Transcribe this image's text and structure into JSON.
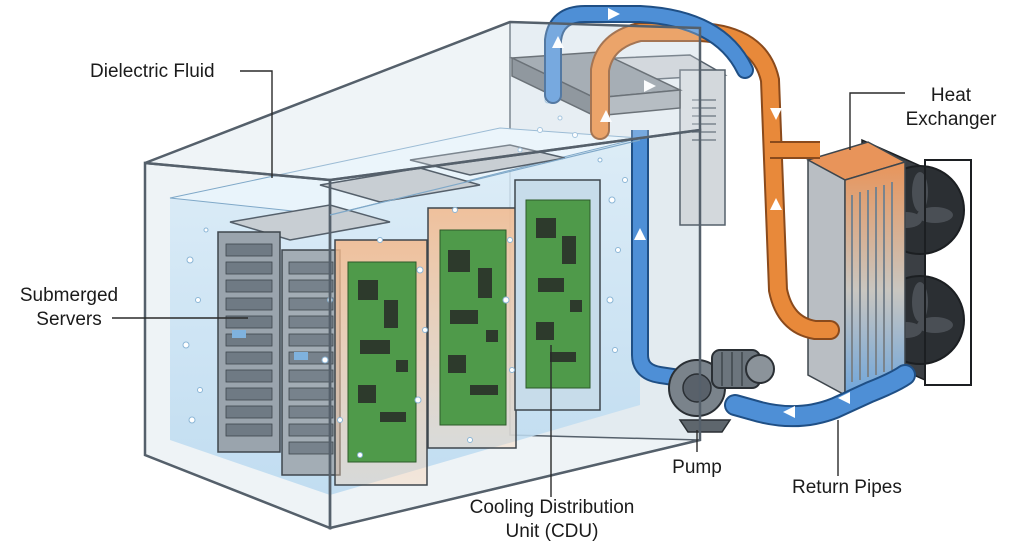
{
  "labels": {
    "dielectric_fluid": "Dielectric Fluid",
    "heat_exchanger_line1": "Heat",
    "heat_exchanger_line2": "Exchanger",
    "submerged_servers_line1": "Submerged",
    "submerged_servers_line2": "Servers",
    "pump": "Pump",
    "return_pipes": "Return Pipes",
    "cdu_line1": "Cooling Distribution",
    "cdu_line2": "Unit (CDU)"
  },
  "colors": {
    "hot_pipe": "#e8893a",
    "cold_pipe": "#4e8fd6",
    "fluid": "#cfe6f6",
    "tank_outline": "#55606b",
    "circuit_board": "#4f9a4a"
  }
}
